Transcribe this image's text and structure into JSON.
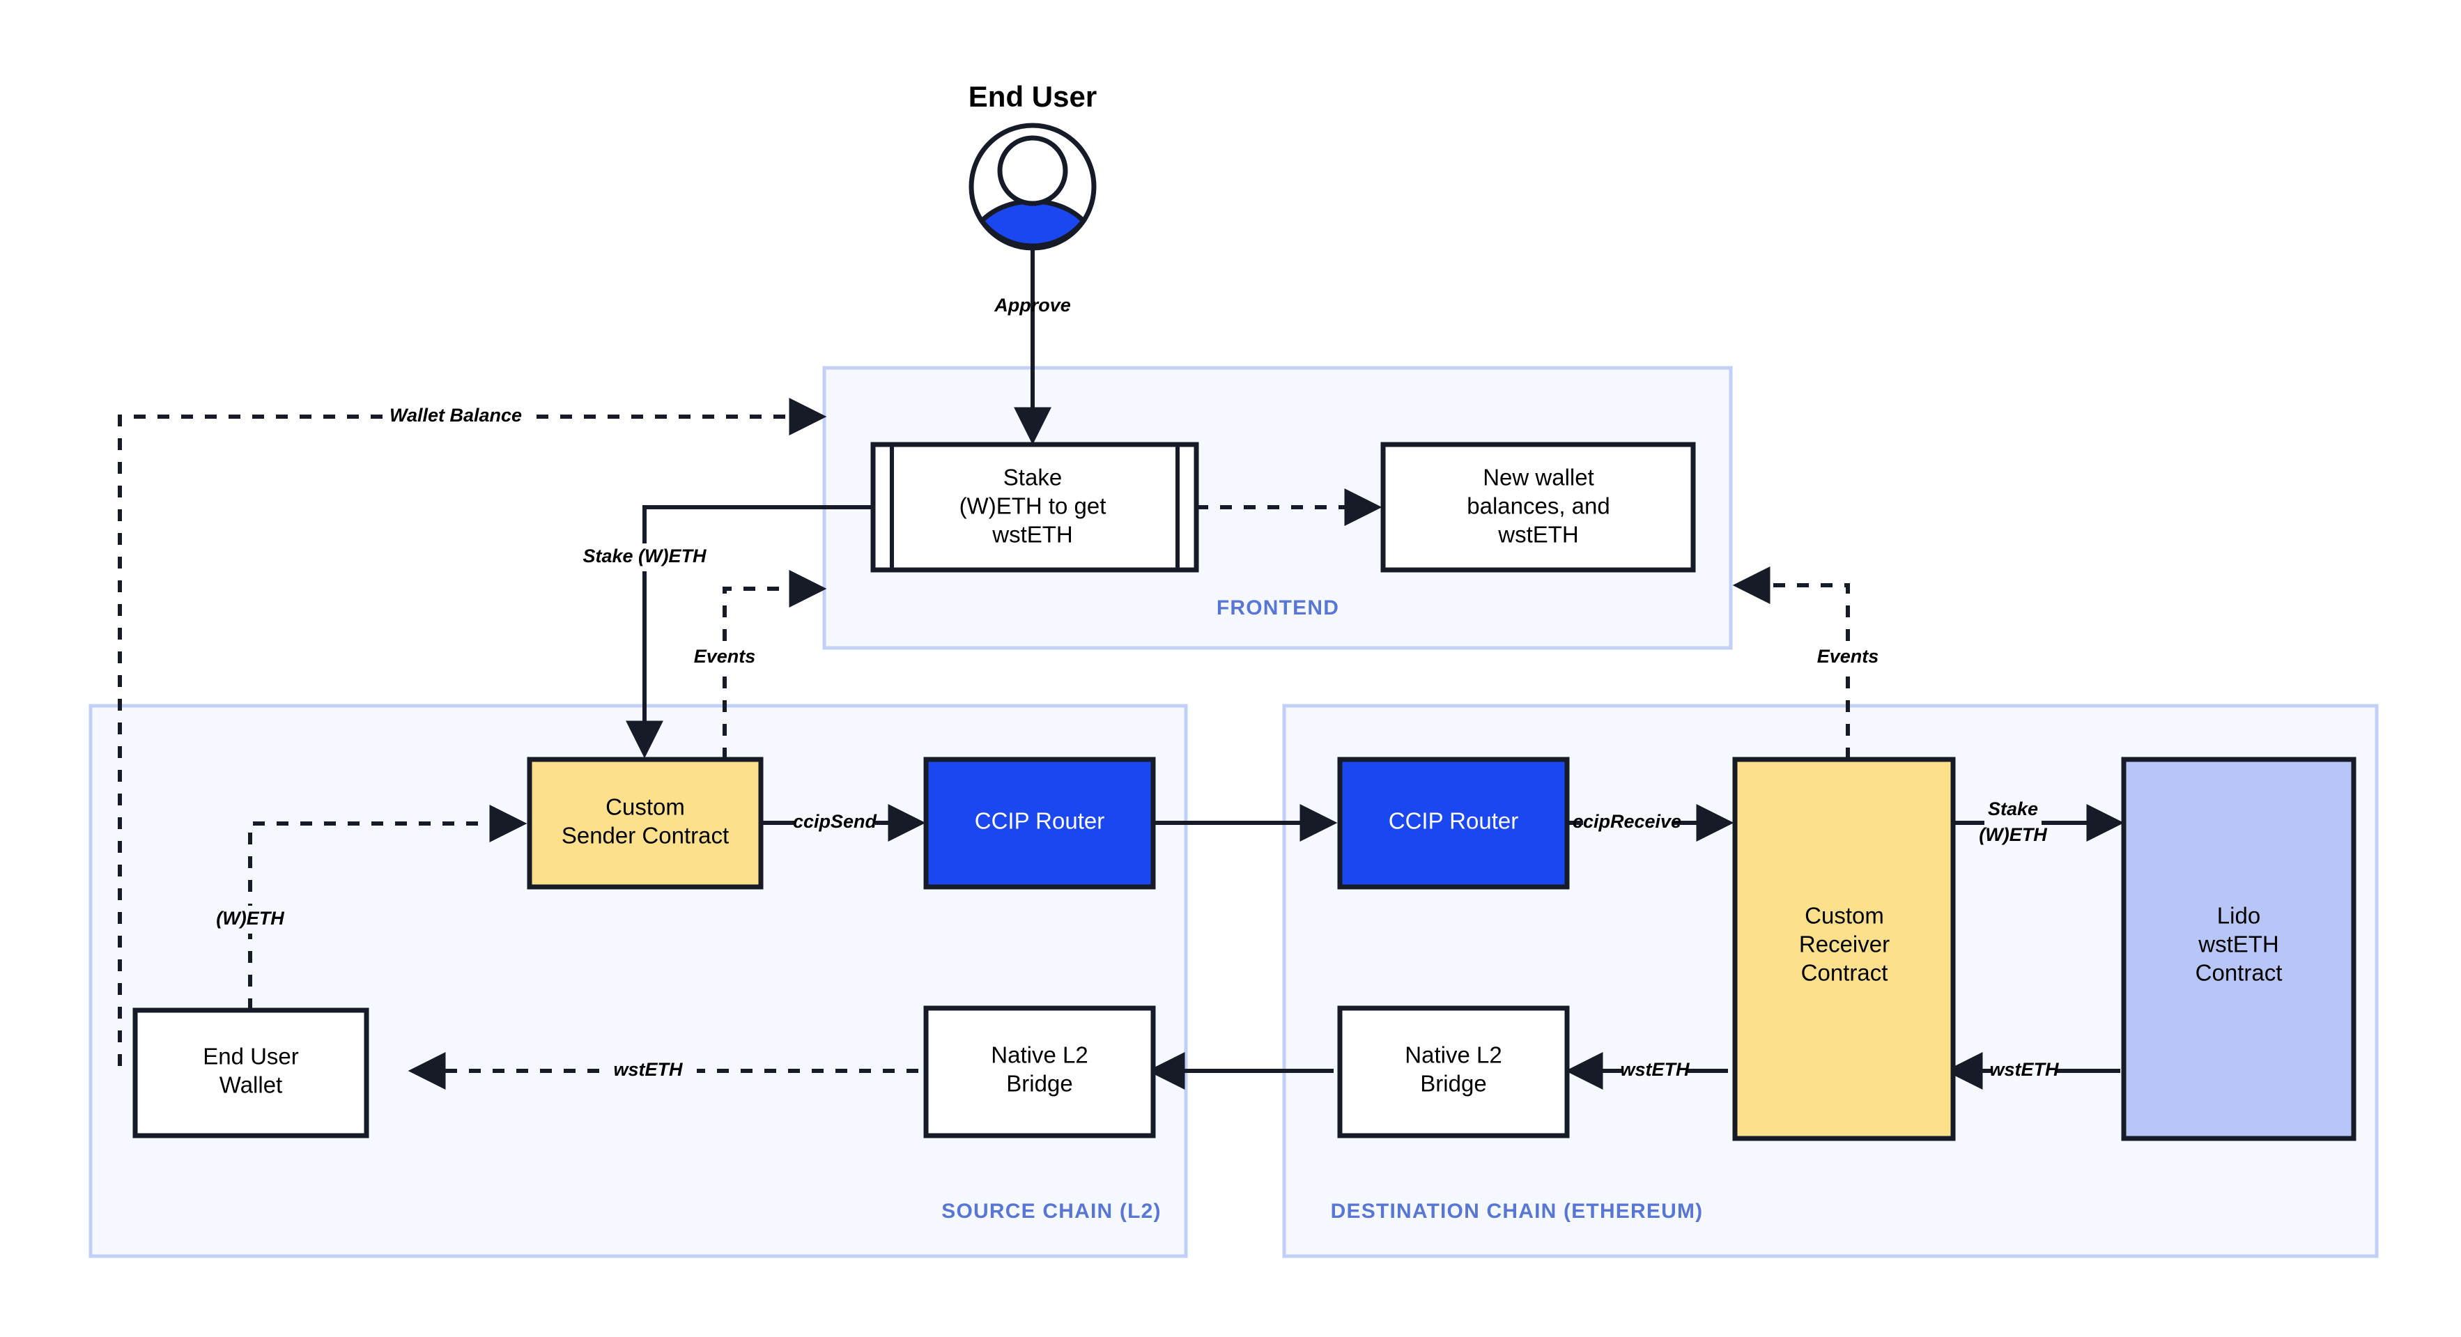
{
  "diagram": {
    "title": "CCIP Cross-Chain Liquid Staking Architecture",
    "colors": {
      "lane_fill": "#F5F8FE",
      "lane_stroke": "#C2D0F8",
      "lane_label": "#5876D4",
      "node_stroke": "#161B27",
      "yellow": "#FCE08C",
      "blue": "#1A47F0",
      "lavender": "#B7C6F7",
      "white": "#FFFFFF"
    }
  },
  "actor": {
    "label": "End User",
    "icon": "user-avatar-icon"
  },
  "lanes": [
    {
      "id": "frontend",
      "label": "FRONTEND"
    },
    {
      "id": "source-chain",
      "label": "SOURCE CHAIN (L2)"
    },
    {
      "id": "destination-chain",
      "label": "DESTINATION CHAIN (ETHEREUM)"
    }
  ],
  "nodes": {
    "stake_form": {
      "line1": "Stake",
      "line2": "(W)ETH to get",
      "line3": "wstETH"
    },
    "new_balances": {
      "line1": "New wallet",
      "line2": "balances, and",
      "line3": "wstETH"
    },
    "end_user_wallet": {
      "line1": "End User",
      "line2": "Wallet"
    },
    "custom_sender": {
      "line1": "Custom",
      "line2": "Sender Contract"
    },
    "ccip_router_source": {
      "line1": "CCIP Router"
    },
    "native_bridge_source": {
      "line1": "Native L2",
      "line2": "Bridge"
    },
    "ccip_router_dest": {
      "line1": "CCIP Router"
    },
    "native_bridge_dest": {
      "line1": "Native L2",
      "line2": "Bridge"
    },
    "custom_receiver": {
      "line1": "Custom",
      "line2": "Receiver",
      "line3": "Contract"
    },
    "lido_contract": {
      "line1": "Lido",
      "line2": "wstETH",
      "line3": "Contract"
    }
  },
  "edge_labels": {
    "approve": "Approve",
    "wallet_balance": "Wallet Balance",
    "stake_weth": "Stake (W)ETH",
    "events_left": "Events",
    "events_right": "Events",
    "weth": "(W)ETH",
    "ccip_send": "ccipSend",
    "ccip_receive": "ccipReceive",
    "wst_eth_source": "wstETH",
    "wst_eth_dest": "wstETH",
    "wst_eth_lido": "wstETH",
    "stake_weth_dest_line1": "Stake",
    "stake_weth_dest_line2": "(W)ETH"
  }
}
